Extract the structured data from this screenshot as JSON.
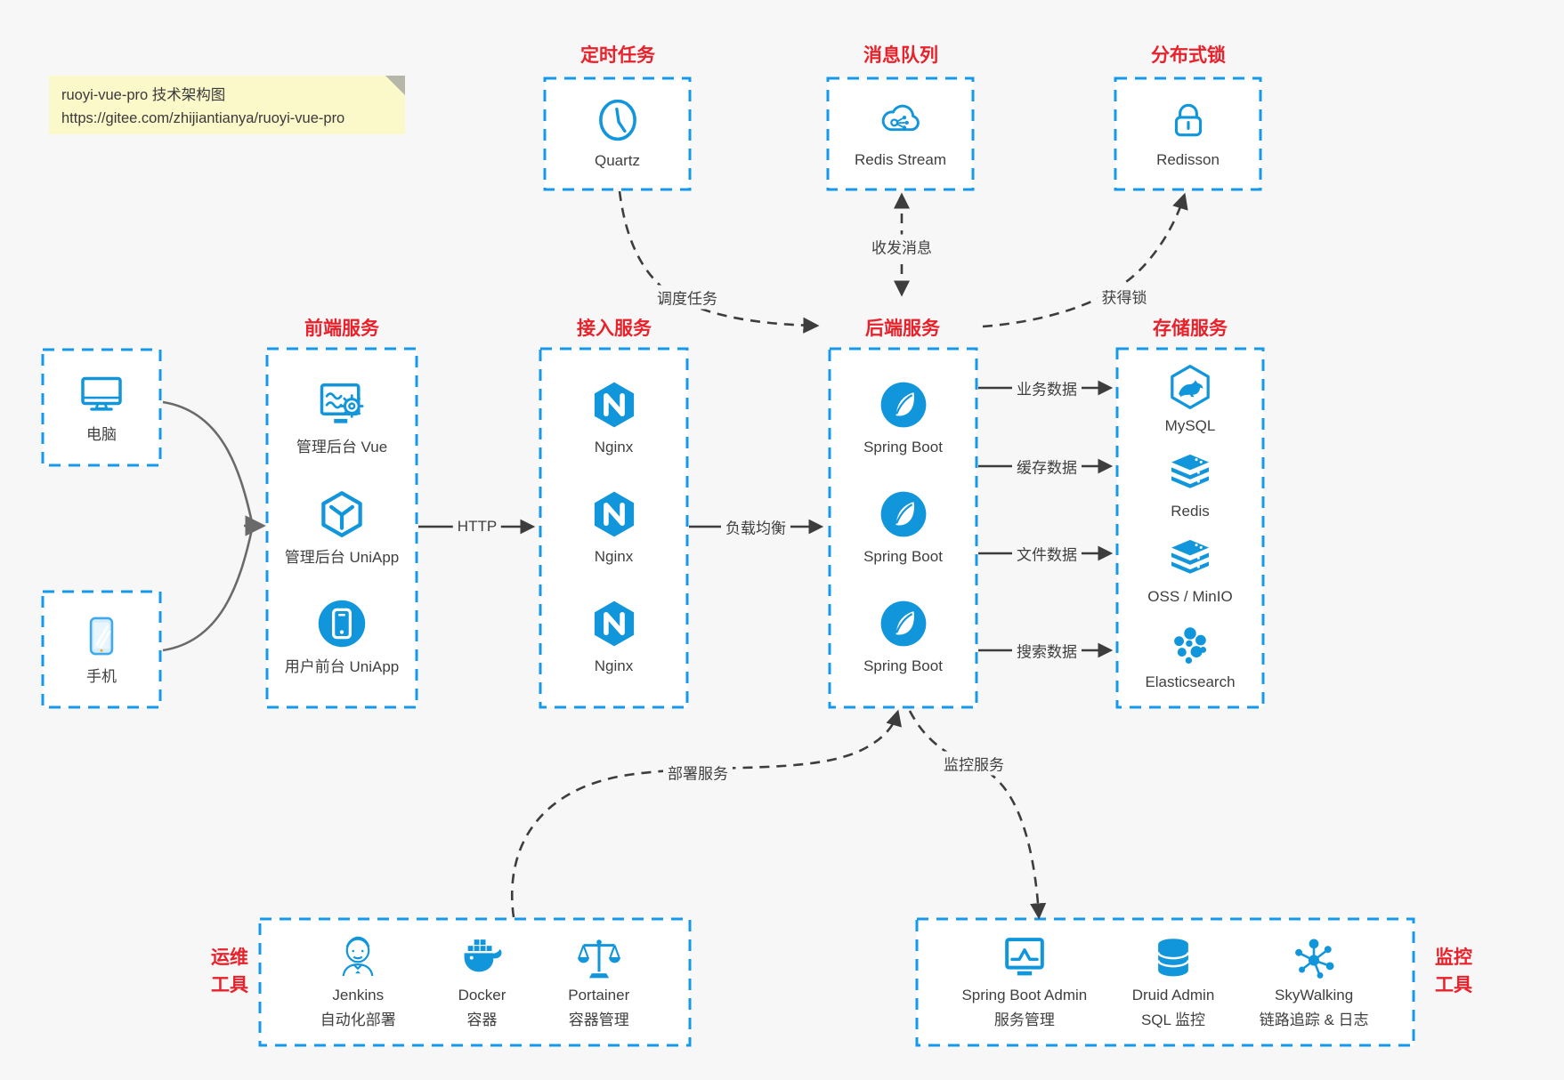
{
  "note": {
    "line1": "ruoyi-vue-pro 技术架构图",
    "line2": "https://gitee.com/zhijiantianya/ruoyi-vue-pro"
  },
  "top_services": [
    {
      "title": "定时任务",
      "label": "Quartz",
      "icon": "clock-icon"
    },
    {
      "title": "消息队列",
      "label": "Redis Stream",
      "icon": "cloud-stream-icon"
    },
    {
      "title": "分布式锁",
      "label": "Redisson",
      "icon": "lock-icon"
    }
  ],
  "devices": [
    {
      "label": "电脑",
      "icon": "desktop-icon"
    },
    {
      "label": "手机",
      "icon": "mobile-icon"
    }
  ],
  "columns": {
    "frontend": {
      "title": "前端服务",
      "items": [
        {
          "label": "管理后台 Vue",
          "icon": "admin-screen-gear-icon"
        },
        {
          "label": "管理后台 UniApp",
          "icon": "uniapp-cube-icon"
        },
        {
          "label": "用户前台 UniApp",
          "icon": "user-app-phone-icon"
        }
      ]
    },
    "gateway": {
      "title": "接入服务",
      "items": [
        {
          "label": "Nginx",
          "icon": "nginx-icon"
        },
        {
          "label": "Nginx",
          "icon": "nginx-icon"
        },
        {
          "label": "Nginx",
          "icon": "nginx-icon"
        }
      ]
    },
    "backend": {
      "title": "后端服务",
      "items": [
        {
          "label": "Spring Boot",
          "icon": "spring-boot-icon"
        },
        {
          "label": "Spring Boot",
          "icon": "spring-boot-icon"
        },
        {
          "label": "Spring Boot",
          "icon": "spring-boot-icon"
        }
      ]
    },
    "storage": {
      "title": "存储服务",
      "items": [
        {
          "label": "MySQL",
          "icon": "mysql-icon"
        },
        {
          "label": "Redis",
          "icon": "redis-stack-icon"
        },
        {
          "label": "OSS / MinIO",
          "icon": "oss-stack-icon"
        },
        {
          "label": "Elasticsearch",
          "icon": "elasticsearch-icon"
        }
      ]
    }
  },
  "bottom": {
    "ops": {
      "side_label": [
        "运维",
        "工具"
      ],
      "items": [
        {
          "name": "Jenkins",
          "sub": "自动化部署",
          "icon": "jenkins-icon"
        },
        {
          "name": "Docker",
          "sub": "容器",
          "icon": "docker-icon"
        },
        {
          "name": "Portainer",
          "sub": "容器管理",
          "icon": "portainer-scales-icon"
        }
      ]
    },
    "monitor": {
      "side_label": [
        "监控",
        "工具"
      ],
      "items": [
        {
          "name": "Spring Boot Admin",
          "sub": "服务管理",
          "icon": "spring-boot-admin-icon"
        },
        {
          "name": "Druid Admin",
          "sub": "SQL 监控",
          "icon": "druid-database-icon"
        },
        {
          "name": "SkyWalking",
          "sub": "链路追踪 & 日志",
          "icon": "skywalking-icon"
        }
      ]
    }
  },
  "edge_labels": {
    "schedule": "调度任务",
    "message": "收发消息",
    "lock": "获得锁",
    "http": "HTTP",
    "load_balance": "负载均衡",
    "business_data": "业务数据",
    "cache_data": "缓存数据",
    "file_data": "文件数据",
    "search_data": "搜索数据",
    "deploy": "部署服务",
    "monitoring": "监控服务"
  },
  "colors": {
    "accent_blue": "#1499ed",
    "icon_blue": "#1296db",
    "title_red": "#e8212b",
    "note_yellow": "#fbf8c9",
    "background": "#f7f7f7"
  }
}
